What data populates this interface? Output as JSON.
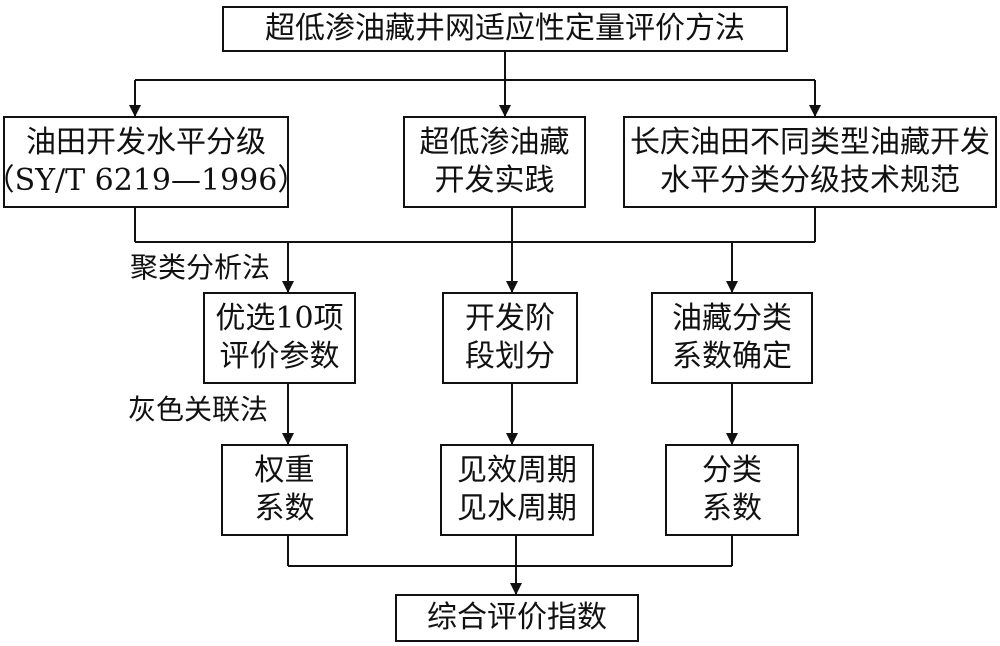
{
  "nodes": {
    "top": {
      "lines": [
        "超低渗油藏井网适应性定量评价方法"
      ]
    },
    "grading": {
      "lines": [
        "油田开发水平分级",
        "（SY/T 6219—1996）"
      ]
    },
    "practice": {
      "lines": [
        "超低渗油藏",
        "开发实践"
      ]
    },
    "standard": {
      "lines": [
        "长庆油田不同类型油藏开发",
        "水平分类分级技术规范"
      ]
    },
    "params": {
      "lines": [
        "优选10项",
        "评价参数"
      ]
    },
    "stages": {
      "lines": [
        "开发阶",
        "段划分"
      ]
    },
    "coef_determine": {
      "lines": [
        "油藏分类",
        "系数确定"
      ]
    },
    "weights": {
      "lines": [
        "权重",
        "系数"
      ]
    },
    "periods": {
      "lines": [
        "见效周期",
        "见水周期"
      ]
    },
    "class_coef": {
      "lines": [
        "分类",
        "系数"
      ]
    },
    "index": {
      "lines": [
        "综合评价指数"
      ]
    }
  },
  "labels": {
    "cluster": "聚类分析法",
    "grey": "灰色关联法"
  }
}
